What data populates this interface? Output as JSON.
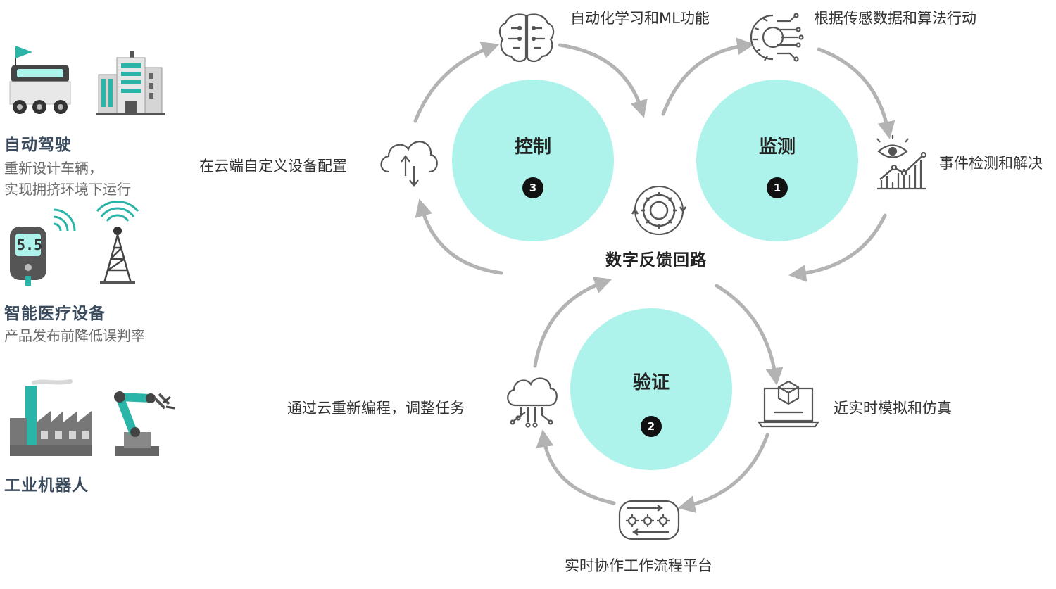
{
  "colors": {
    "circle_fill": "#aef3eb",
    "accent_teal": "#2bb5a8",
    "arrow_gray": "#b3b3b3",
    "icon_gray": "#555555",
    "badge": "#111111"
  },
  "sidebar": {
    "items": [
      {
        "title": "自动驾驶",
        "desc": [
          "重新设计车辆，",
          "实现拥挤环境下运行"
        ],
        "icons": [
          "delivery-robot-icon",
          "city-building-icon"
        ]
      },
      {
        "title": "智能医疗设备",
        "desc": [
          "产品发布前降低误判率"
        ],
        "icons": [
          "glucose-meter-icon",
          "signal-tower-icon"
        ],
        "meter_reading": "5.5"
      },
      {
        "title": "工业机器人",
        "desc": [],
        "icons": [
          "factory-icon",
          "robot-arm-icon"
        ]
      }
    ]
  },
  "cycle": {
    "center_title": "数字反馈回路",
    "center_icon": "gear-icon",
    "circles": [
      {
        "title": "监测",
        "badge": "1"
      },
      {
        "title": "验证",
        "badge": "2"
      },
      {
        "title": "控制",
        "badge": "3"
      }
    ],
    "steps": [
      {
        "label": "根据传感数据和算法行动",
        "icon": "circuit-gear-icon"
      },
      {
        "label": "事件检测和解决",
        "icon": "eye-analytics-icon"
      },
      {
        "label": "近实时模拟和仿真",
        "icon": "laptop-cube-icon"
      },
      {
        "label": "实时协作工作流程平台",
        "icon": "workflow-gears-icon"
      },
      {
        "label": "通过云重新编程，调整任务",
        "icon": "cloud-circuit-icon"
      },
      {
        "label": "在云端自定义设备配置",
        "icon": "cloud-sync-icon"
      },
      {
        "label": "自动化学习和ML功能",
        "icon": "brain-icon"
      }
    ]
  }
}
